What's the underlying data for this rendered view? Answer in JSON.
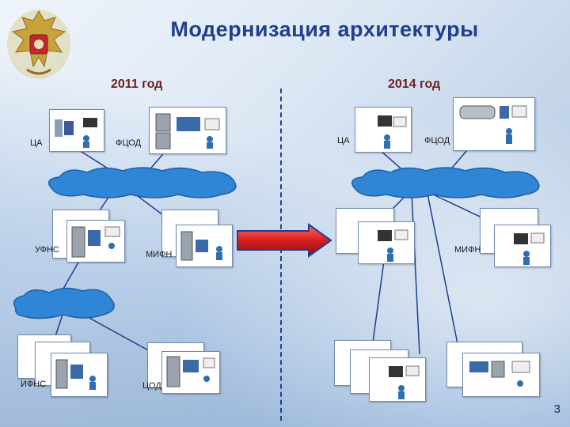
{
  "title": "Модернизация архитектуры",
  "years": {
    "left": "2011 год",
    "right": "2014 год"
  },
  "labels": {
    "ca": "ЦА",
    "fcod": "ФЦОД",
    "ufns": "УФНС",
    "ifns": "ИФНС",
    "mifns": "МИФН",
    "cod": "ЦОД"
  },
  "page_number": "3",
  "colors": {
    "title": "#1f3f8f",
    "year": "#6b1f1f",
    "cloud": "#2f86d6",
    "arrow": "#c81e1e"
  }
}
